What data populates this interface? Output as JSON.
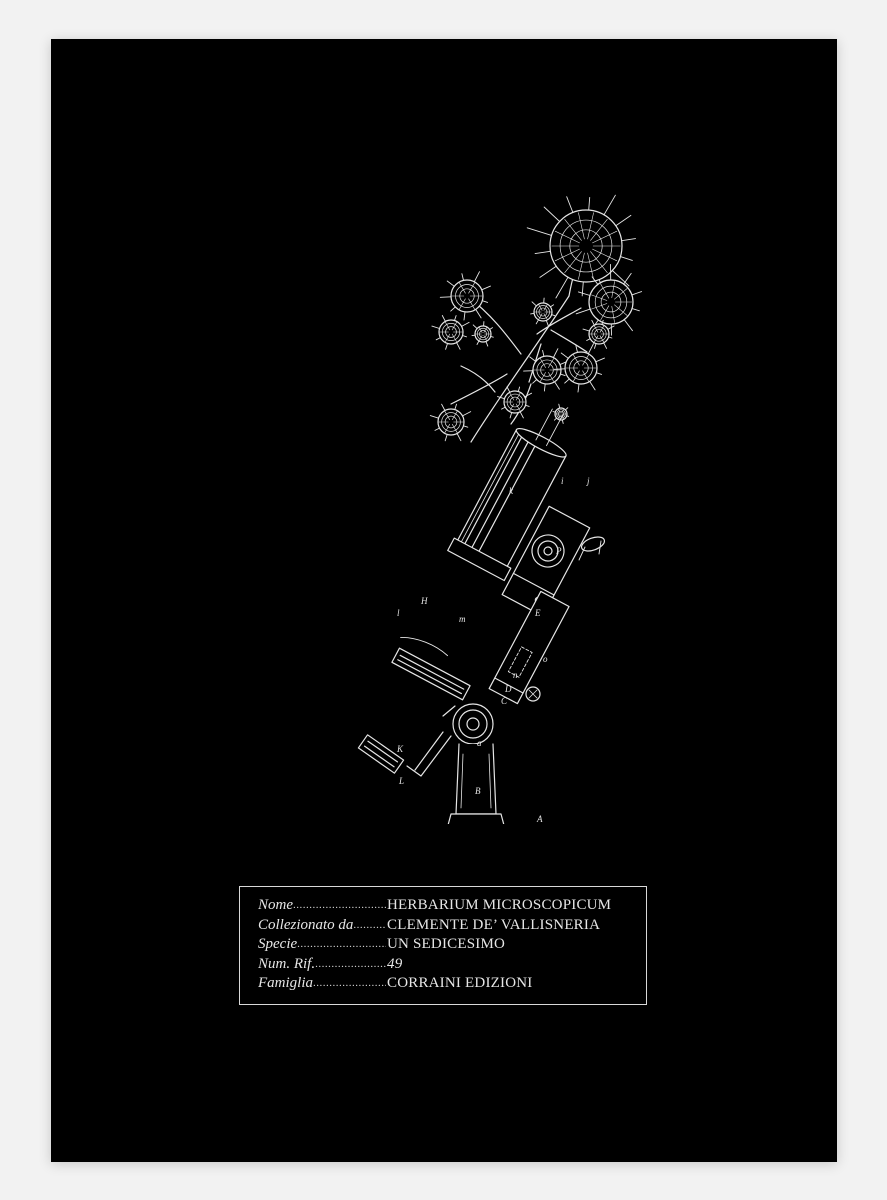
{
  "label": {
    "rows": [
      {
        "key": "Nome",
        "value": "HERBARIUM MICROSCOPICUM",
        "value_italic": false
      },
      {
        "key": "Collezionato da",
        "value": "CLEMENTE DE’ VALLISNERIA",
        "value_italic": false
      },
      {
        "key": "Specie",
        "value": "UN SEDICESIMO",
        "value_italic": false
      },
      {
        "key": "Num. Rif.",
        "value": "49",
        "value_italic": true
      },
      {
        "key": "Famiglia",
        "value": "CORRAINI EDIZIONI",
        "value_italic": false
      }
    ]
  },
  "illustration": {
    "subject": "microscope-with-radiolarian-flower-icon",
    "letter_marks": [
      "k",
      "i",
      "j",
      "P",
      "E",
      "H",
      "m",
      "l",
      "o",
      "D",
      "C",
      "n",
      "a",
      "B",
      "A",
      "K",
      "L"
    ]
  },
  "colors": {
    "background": "#f2f2f2",
    "cover": "#000000",
    "line_art": "#e8e8e8"
  }
}
